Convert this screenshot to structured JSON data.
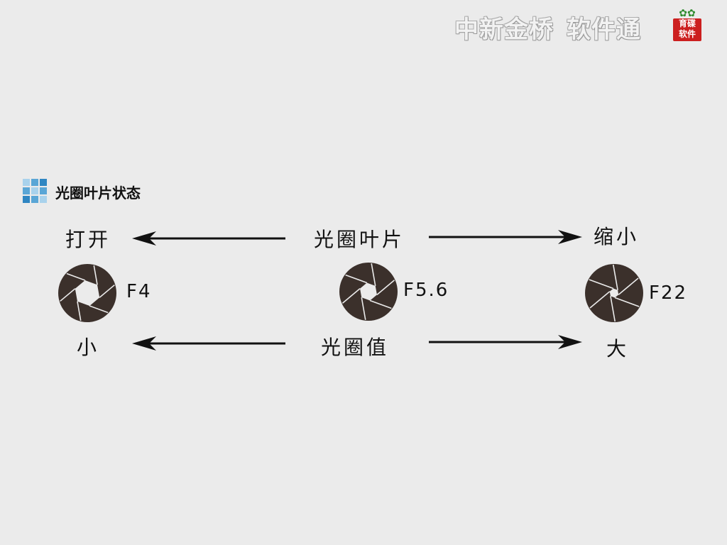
{
  "watermark": {
    "text_left": "中新金桥",
    "text_right": "软件通",
    "logo_top": "育碟",
    "logo_bottom": "软件"
  },
  "section": {
    "title": "光圈叶片状态"
  },
  "row_top": {
    "left_label": "打开",
    "center_label": "光圈叶片",
    "right_label": "缩小"
  },
  "apertures": [
    {
      "f_label": "F4",
      "opening": 0.72
    },
    {
      "f_label": "F5.6",
      "opening": 0.5
    },
    {
      "f_label": "F22",
      "opening": 0.26
    }
  ],
  "row_bottom": {
    "left_label": "小",
    "center_label": "光圈值",
    "right_label": "大"
  },
  "colors": {
    "background": "#ebebeb",
    "aperture_fill": "#3b302b",
    "text": "#111111",
    "icon_blue": "#5aa6d6"
  }
}
